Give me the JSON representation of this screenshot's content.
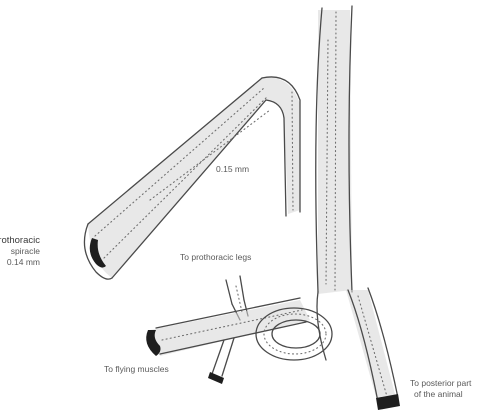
{
  "diagram": {
    "labels": {
      "prothoracic_line1": "Prothoracic",
      "prothoracic_line2": "spiracle",
      "prothoracic_line3": "0.14 mm",
      "trunk_width": "0.15 mm",
      "to_leg": "To prothoracic legs",
      "to_flying_muscles": "To flying muscles",
      "to_posterior_line1": "To posterior part",
      "to_posterior_line2": "of the animal"
    }
  }
}
